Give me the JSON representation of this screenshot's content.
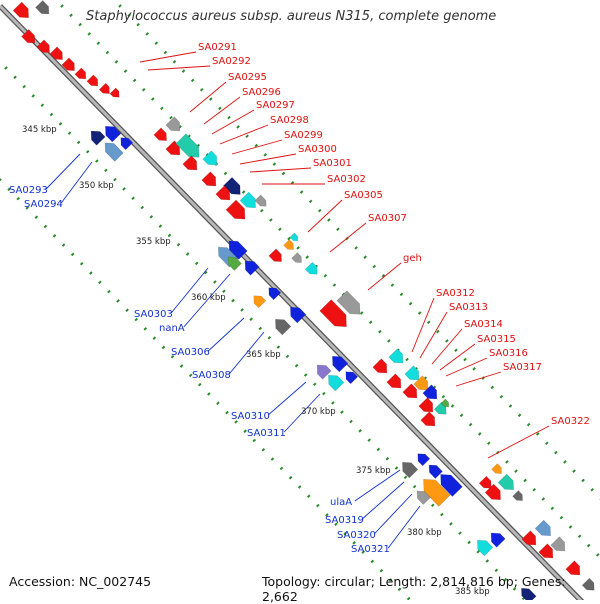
{
  "title": "Staphylococcus aureus subsp. aureus N315, complete genome",
  "accession": "Accession: NC_002745",
  "topology": "Topology: circular; Length: 2,814,816 bp; Genes: 2,662",
  "ticks": [
    "345 kbp",
    "350 kbp",
    "355 kbp",
    "360 kbp",
    "365 kbp",
    "370 kbp",
    "375 kbp",
    "380 kbp",
    "385 kbp"
  ],
  "forward_labels": [
    "SA0291",
    "SA0292",
    "SA0295",
    "SA0296",
    "SA0297",
    "SA0298",
    "SA0299",
    "SA0300",
    "SA0301",
    "SA0302",
    "SA0305",
    "SA0307",
    "geh",
    "SA0312",
    "SA0313",
    "SA0314",
    "SA0315",
    "SA0316",
    "SA0317",
    "SA0322"
  ],
  "reverse_labels": [
    "SA0293",
    "SA0294",
    "SA0303",
    "nanA",
    "SA0306",
    "SA0308",
    "SA0310",
    "SA0311",
    "ulaA",
    "SA0319",
    "SA0320",
    "SA0321"
  ],
  "colors": {
    "backbone": "#8a8a8a",
    "forward_label": "#dd1111",
    "reverse_label": "#1133cc",
    "tick_dots": "#2a8a2a",
    "cds_red": "#ee1111",
    "cds_blue": "#1122dd",
    "cds_cyan": "#11dddd",
    "cds_teal": "#22ccaa",
    "cds_orange": "#ff9911",
    "cds_gray": "#999999",
    "cds_darkgray": "#666666",
    "cds_navy": "#112277",
    "cds_steel": "#6699cc",
    "cds_lavender": "#8877cc",
    "cds_olive": "#55aa44"
  }
}
